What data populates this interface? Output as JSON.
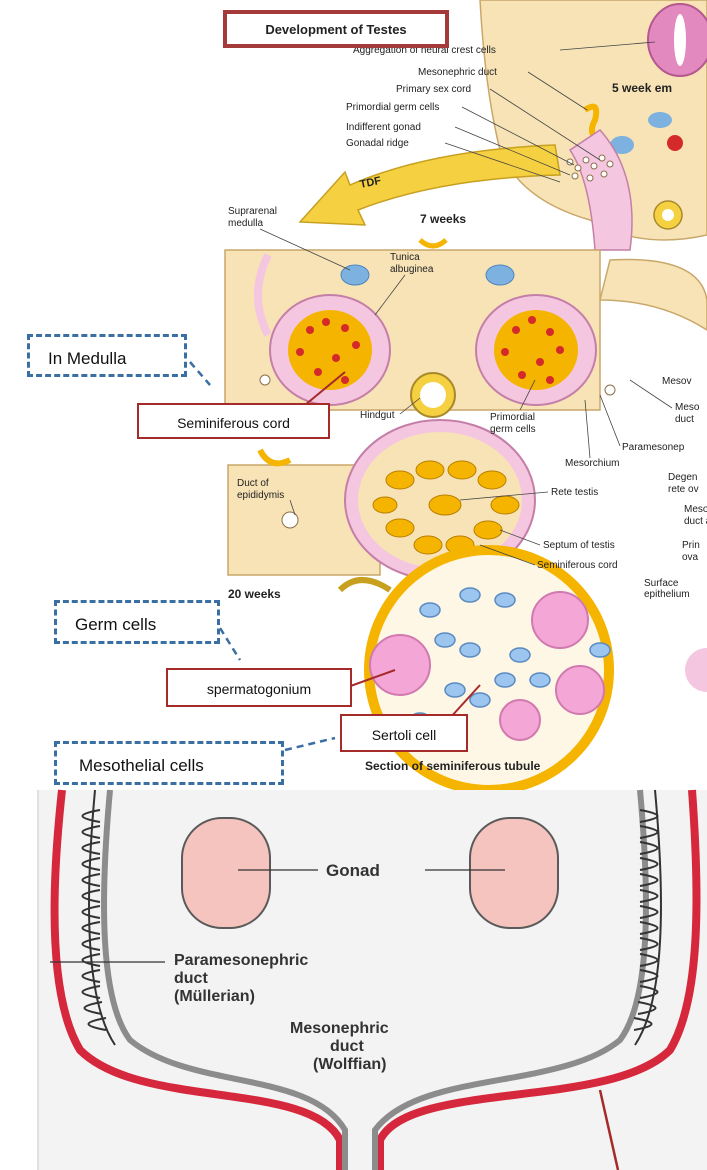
{
  "title": "Development of Testes",
  "top_labels": {
    "neural_crest": "Aggregation of neural crest cells",
    "mesonephric_duct": "Mesonephric duct",
    "primary_sex_cord": "Primary sex cord",
    "primordial_germ_cells": "Primordial germ cells",
    "indifferent_gonad": "Indifferent gonad",
    "gonadal_ridge": "Gonadal ridge",
    "five_week": "5 week em",
    "tdf": "TDF",
    "seven_weeks": "7 weeks",
    "suprarenal_medulla_1": "Suprarenal",
    "suprarenal_medulla_2": "medulla",
    "tunica_1": "Tunica",
    "tunica_2": "albuginea",
    "hindgut": "Hindgut",
    "primordial_germ_1": "Primordial",
    "primordial_germ_2": "germ cells",
    "mesov": "Mesov",
    "meso_duct_1": "Meso",
    "meso_duct_2": "duct",
    "paramesonep": "Paramesonep",
    "mesorchium": "Mesorchium",
    "duct_epid_1": "Duct of",
    "duct_epid_2": "epididymis",
    "rete_testis": "Rete testis",
    "degen_1": "Degen",
    "degen_2": "rete ov",
    "mesone_1": "Mesone",
    "mesone_2": "duct an",
    "septum": "Septum of testis",
    "prin_1": "Prin",
    "prin_2": "ova",
    "seminiferous_cord": "Seminiferous cord",
    "twenty_weeks": "20 weeks",
    "surface_1": "Surface",
    "surface_2": "epithelium",
    "section": "Section of seminiferous tubule"
  },
  "callouts": {
    "in_medulla": "In Medulla",
    "seminiferous_cord": "Seminiferous cord",
    "germ_cells": "Germ cells",
    "spermatogonium": "spermatogonium",
    "sertoli": "Sertoli cell",
    "mesothelial": "Mesothelial cells"
  },
  "bottom_labels": {
    "gonad": "Gonad",
    "paramesonephric_1": "Paramesonephric",
    "paramesonephric_2": "duct",
    "paramesonephric_3": "(Müllerian)",
    "mesonephric_1": "Mesonephric",
    "mesonephric_2": "duct",
    "mesonephric_3": "(Wolffian)"
  },
  "colors": {
    "tissue_pink": "#f4c6df",
    "tissue_tan": "#f7e3b6",
    "cord_yellow": "#f5b400",
    "cell_red": "#d42a2a",
    "tdf_yellow": "#f5d041",
    "duct_red": "#d6283c",
    "gonad_pink": "#f6c4bf",
    "callout_blue": "#3a6fa3",
    "callout_red": "#a52a2a"
  }
}
